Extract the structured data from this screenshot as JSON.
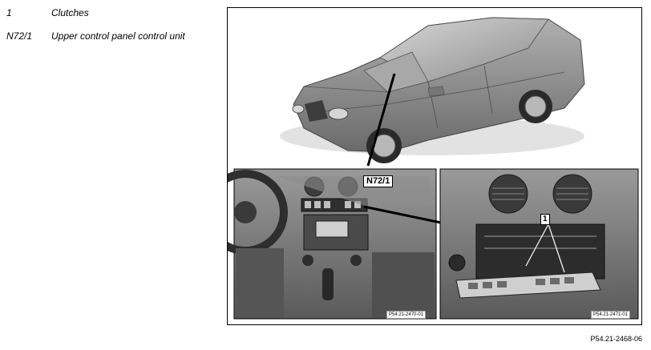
{
  "legend": [
    {
      "code": "1",
      "description": "Clutches"
    },
    {
      "code": "N72/1",
      "description": "Upper control panel control unit"
    }
  ],
  "figure": {
    "callout_main": "N72/1",
    "callout_detail": "1",
    "left_photo_ref": "P54.21-2470-01",
    "right_photo_ref": "P54.21-2471-01",
    "figure_ref": "P54.21-2468-06"
  }
}
